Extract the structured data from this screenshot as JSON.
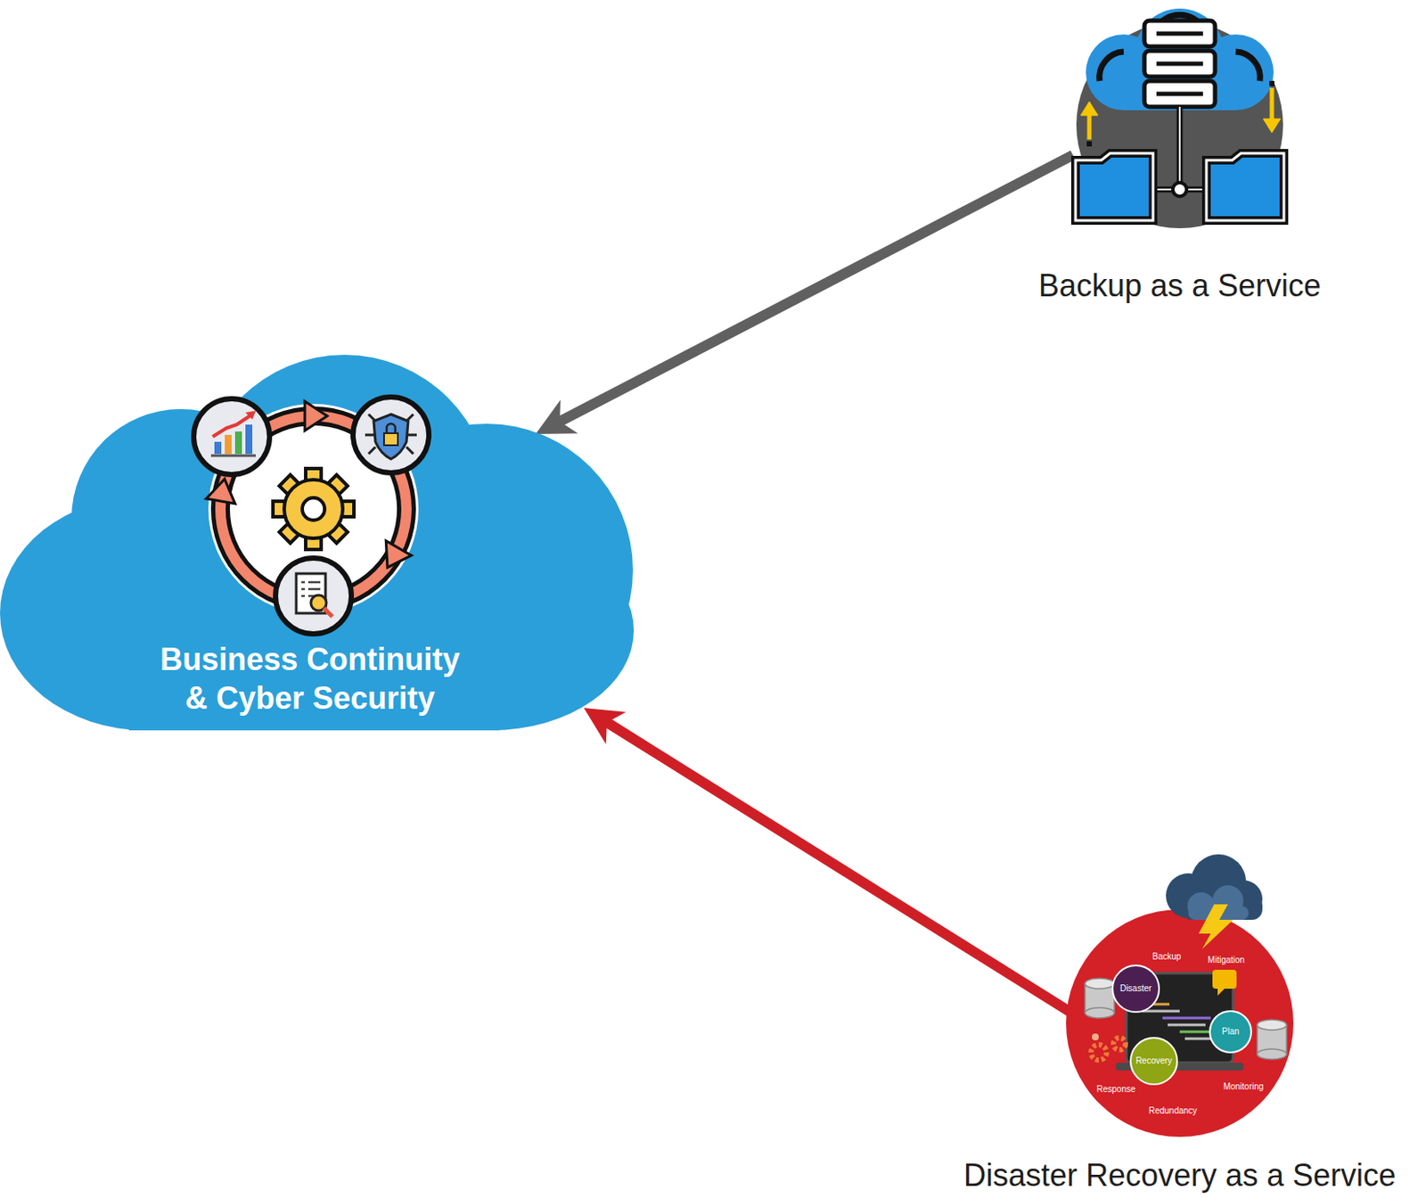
{
  "diagram": {
    "nodes": [
      {
        "text": [
          "Business Continuity & Cyber Security"
        ]
      },
      {
        "text": [
          "Backup as a Service"
        ]
      },
      {
        "text": [
          "Disaster Recovery as a Service"
        ]
      }
    ],
    "edges": [
      {
        "from": 1,
        "to": 0,
        "arrow": "to"
      },
      {
        "from": 2,
        "to": 0,
        "arrow": "to"
      }
    ],
    "labels": [
      "Backup",
      "Mitigation",
      "Disaster",
      "Plan",
      "Recovery",
      "Response",
      "Redundancy",
      "Monitoring"
    ]
  }
}
